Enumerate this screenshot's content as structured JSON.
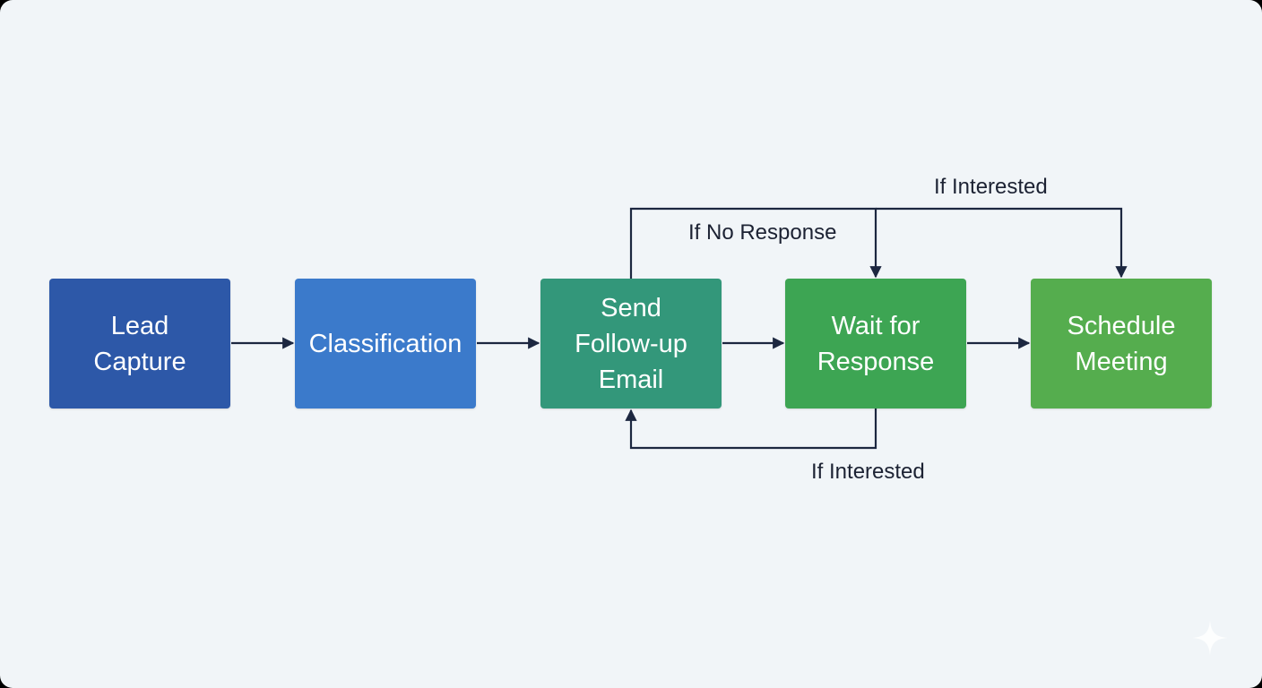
{
  "diagram": {
    "nodes": [
      {
        "id": "lead-capture",
        "label": "Lead\nCapture",
        "color": "#2d58a8"
      },
      {
        "id": "classification",
        "label": "Classification",
        "color": "#3b7acb"
      },
      {
        "id": "send-follow-up-email",
        "label": "Send\nFollow-up\nEmail",
        "color": "#33977a"
      },
      {
        "id": "wait-for-response",
        "label": "Wait for\nResponse",
        "color": "#3da553"
      },
      {
        "id": "schedule-meeting",
        "label": "Schedule\nMeeting",
        "color": "#55ad4e"
      }
    ],
    "edges": [
      {
        "from": "lead-capture",
        "to": "classification",
        "label": ""
      },
      {
        "from": "classification",
        "to": "send-follow-up-email",
        "label": ""
      },
      {
        "from": "send-follow-up-email",
        "to": "wait-for-response",
        "label": ""
      },
      {
        "from": "wait-for-response",
        "to": "schedule-meeting",
        "label": ""
      },
      {
        "from": "send-follow-up-email",
        "to": "wait-for-response",
        "label": "If No Response"
      },
      {
        "from": "send-follow-up-email",
        "to": "schedule-meeting",
        "label": "If Interested"
      },
      {
        "from": "wait-for-response",
        "to": "send-follow-up-email",
        "label": "If Interested"
      }
    ],
    "line_color": "#1c2740"
  }
}
